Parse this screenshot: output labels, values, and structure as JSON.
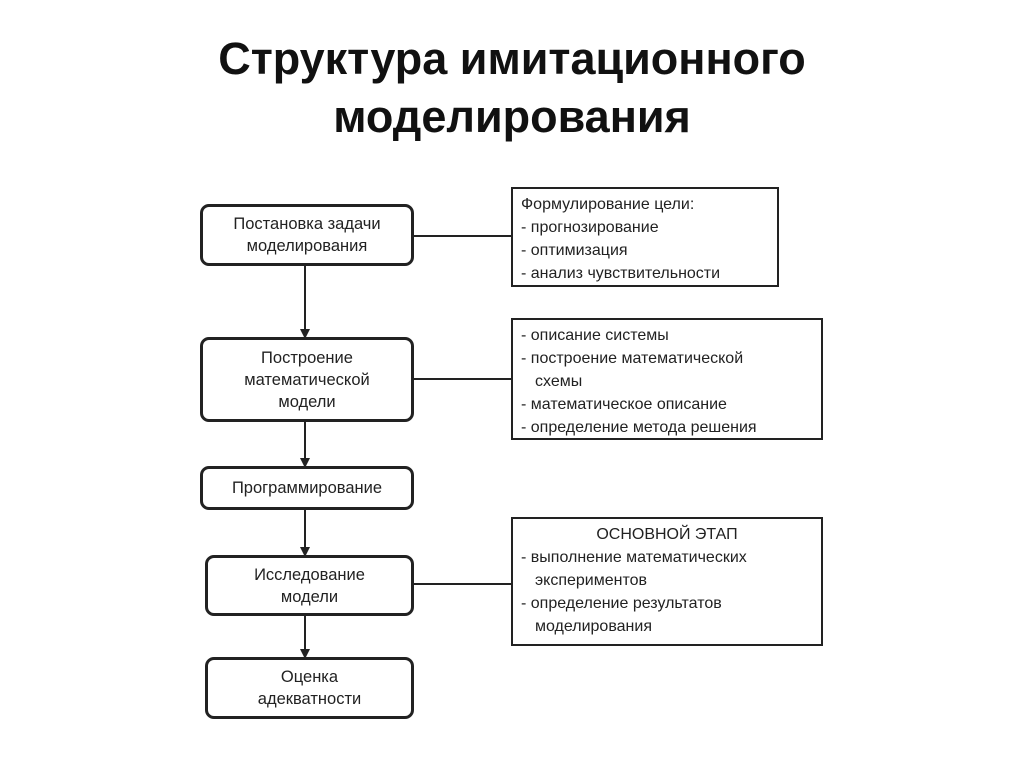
{
  "title": {
    "line1": "Структура имитационного",
    "line2": "моделирования"
  },
  "steps": [
    {
      "lines": [
        "Постановка задачи",
        "моделирования"
      ]
    },
    {
      "lines": [
        "Построение",
        "математической",
        "модели"
      ]
    },
    {
      "lines": [
        "Программирование"
      ]
    },
    {
      "lines": [
        "Исследование",
        "модели"
      ]
    },
    {
      "lines": [
        "Оценка",
        "адекватности"
      ]
    }
  ],
  "notes": [
    {
      "lines": [
        "Формулирование цели:",
        "- прогнозирование",
        "- оптимизация",
        "- анализ чувствительности"
      ]
    },
    {
      "lines": [
        "- описание системы",
        "- построение математической",
        "  схемы",
        "- математическое описание",
        "- определение метода решения"
      ]
    },
    {
      "heading": "ОСНОВНОЙ ЭТАП",
      "lines": [
        "- выполнение математических",
        "  экспериментов",
        "- определение результатов",
        "  моделирования"
      ]
    }
  ]
}
